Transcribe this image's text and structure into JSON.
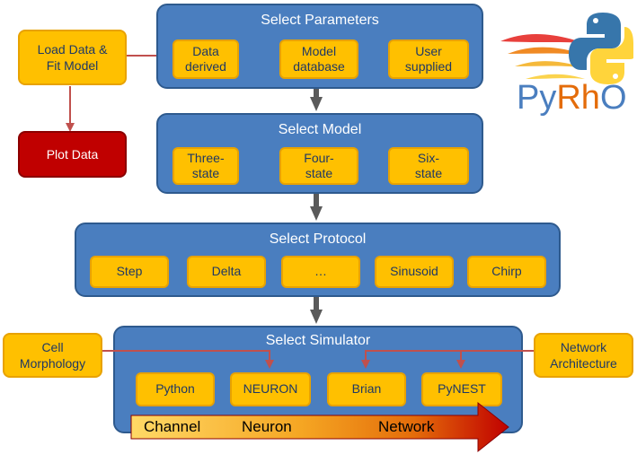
{
  "params": {
    "title": "Select Parameters",
    "items": [
      "Data\nderived",
      "Model\ndatabase",
      "User\nsupplied"
    ]
  },
  "model": {
    "title": "Select Model",
    "items": [
      "Three-\nstate",
      "Four-\nstate",
      "Six-\nstate"
    ]
  },
  "protocol": {
    "title": "Select Protocol",
    "items": [
      "Step",
      "Delta",
      "…",
      "Sinusoid",
      "Chirp"
    ]
  },
  "simulator": {
    "title": "Select Simulator",
    "items": [
      "Python",
      "NEURON",
      "Brian",
      "PyNEST"
    ]
  },
  "scale": {
    "labels": [
      "Channel",
      "Neuron",
      "Network"
    ]
  },
  "side": {
    "load": "Load Data &\nFit Model",
    "plot": "Plot Data",
    "cell": "Cell\nMorphology",
    "network": "Network\nArchitecture"
  },
  "logo": {
    "py": "Py",
    "rh": "Rh",
    "o": "O"
  },
  "colors": {
    "panel": "#4a7ebf",
    "chip": "#ffc000",
    "red": "#c00000",
    "arrow": "#5a5a5a",
    "connector": "#c0504d"
  }
}
